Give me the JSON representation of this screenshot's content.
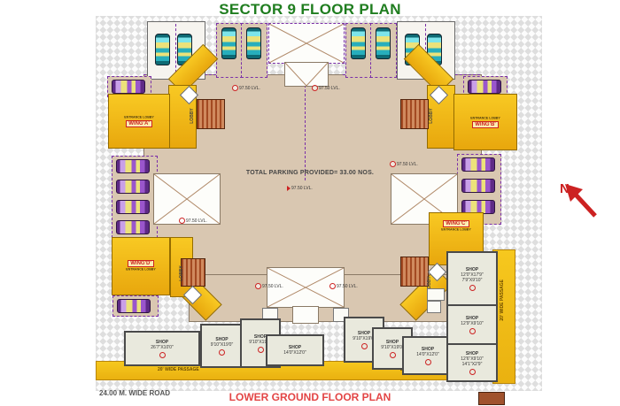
{
  "header": {
    "title": "SECTOR 9 FLOOR PLAN"
  },
  "footer": {
    "title": "LOWER GROUND FLOOR PLAN",
    "road_label": "24.00 M. WIDE ROAD"
  },
  "plan": {
    "parking_note": "TOTAL PARKING PROVIDED= 33.00 NOS.",
    "north_label": "N",
    "lobby_label": "LOBBY",
    "wings": [
      {
        "label": "WING'A'",
        "sub": "ENTRANCE LOBBY"
      },
      {
        "label": "WING'B'",
        "sub": "ENTRANCE LOBBY"
      },
      {
        "label": "WING'C'",
        "sub": "ENTRANCE LOBBY"
      },
      {
        "label": "WING'D'",
        "sub": "ENTRANCE LOBBY"
      }
    ],
    "levels": [
      "97.50 LVL.",
      "97.50 LVL.",
      "97.50 LVL.",
      "97.50 LVL.",
      "97.50 LVL.",
      "97.50 LVL.",
      "97.50 LVL."
    ],
    "passages": {
      "bottom_left": "20' WIDE PASSAGE",
      "bottom_right": "20' WIDE PASSAGE",
      "right": "20' WIDE PASSAGE"
    },
    "shops_bottom": [
      {
        "label": "SHOP",
        "dims": "26'7\"X10'0\""
      },
      {
        "label": "SHOP",
        "dims": "9'10\"X19'0\""
      },
      {
        "label": "SHOP",
        "dims": "9'10\"X19'0\""
      },
      {
        "label": "SHOP",
        "dims": "14'0\"X12'0\""
      },
      {
        "label": "SHOP",
        "dims": "9'10\"X19'0\""
      },
      {
        "label": "SHOP",
        "dims": "9'10\"X19'0\""
      },
      {
        "label": "SHOP",
        "dims": "14'0\"X12'0\""
      }
    ],
    "shops_right": [
      {
        "label": "SHOP",
        "dims": "12'0\"X17'9\"",
        "dims2": "7'9\"X9'10\""
      },
      {
        "label": "SHOP",
        "dims": "12'9\"X9'10\"",
        "dims2": ""
      },
      {
        "label": "SHOP",
        "dims": "12'6\"X9'10\"",
        "dims2": "14'1\"X2'9\""
      }
    ],
    "colors": {
      "title_green": "#1f7d1f",
      "title_red": "#e34545",
      "wing_gold": "#f2b817",
      "slab_tan": "#d9c7b1",
      "accent_red": "#cc2222"
    }
  }
}
